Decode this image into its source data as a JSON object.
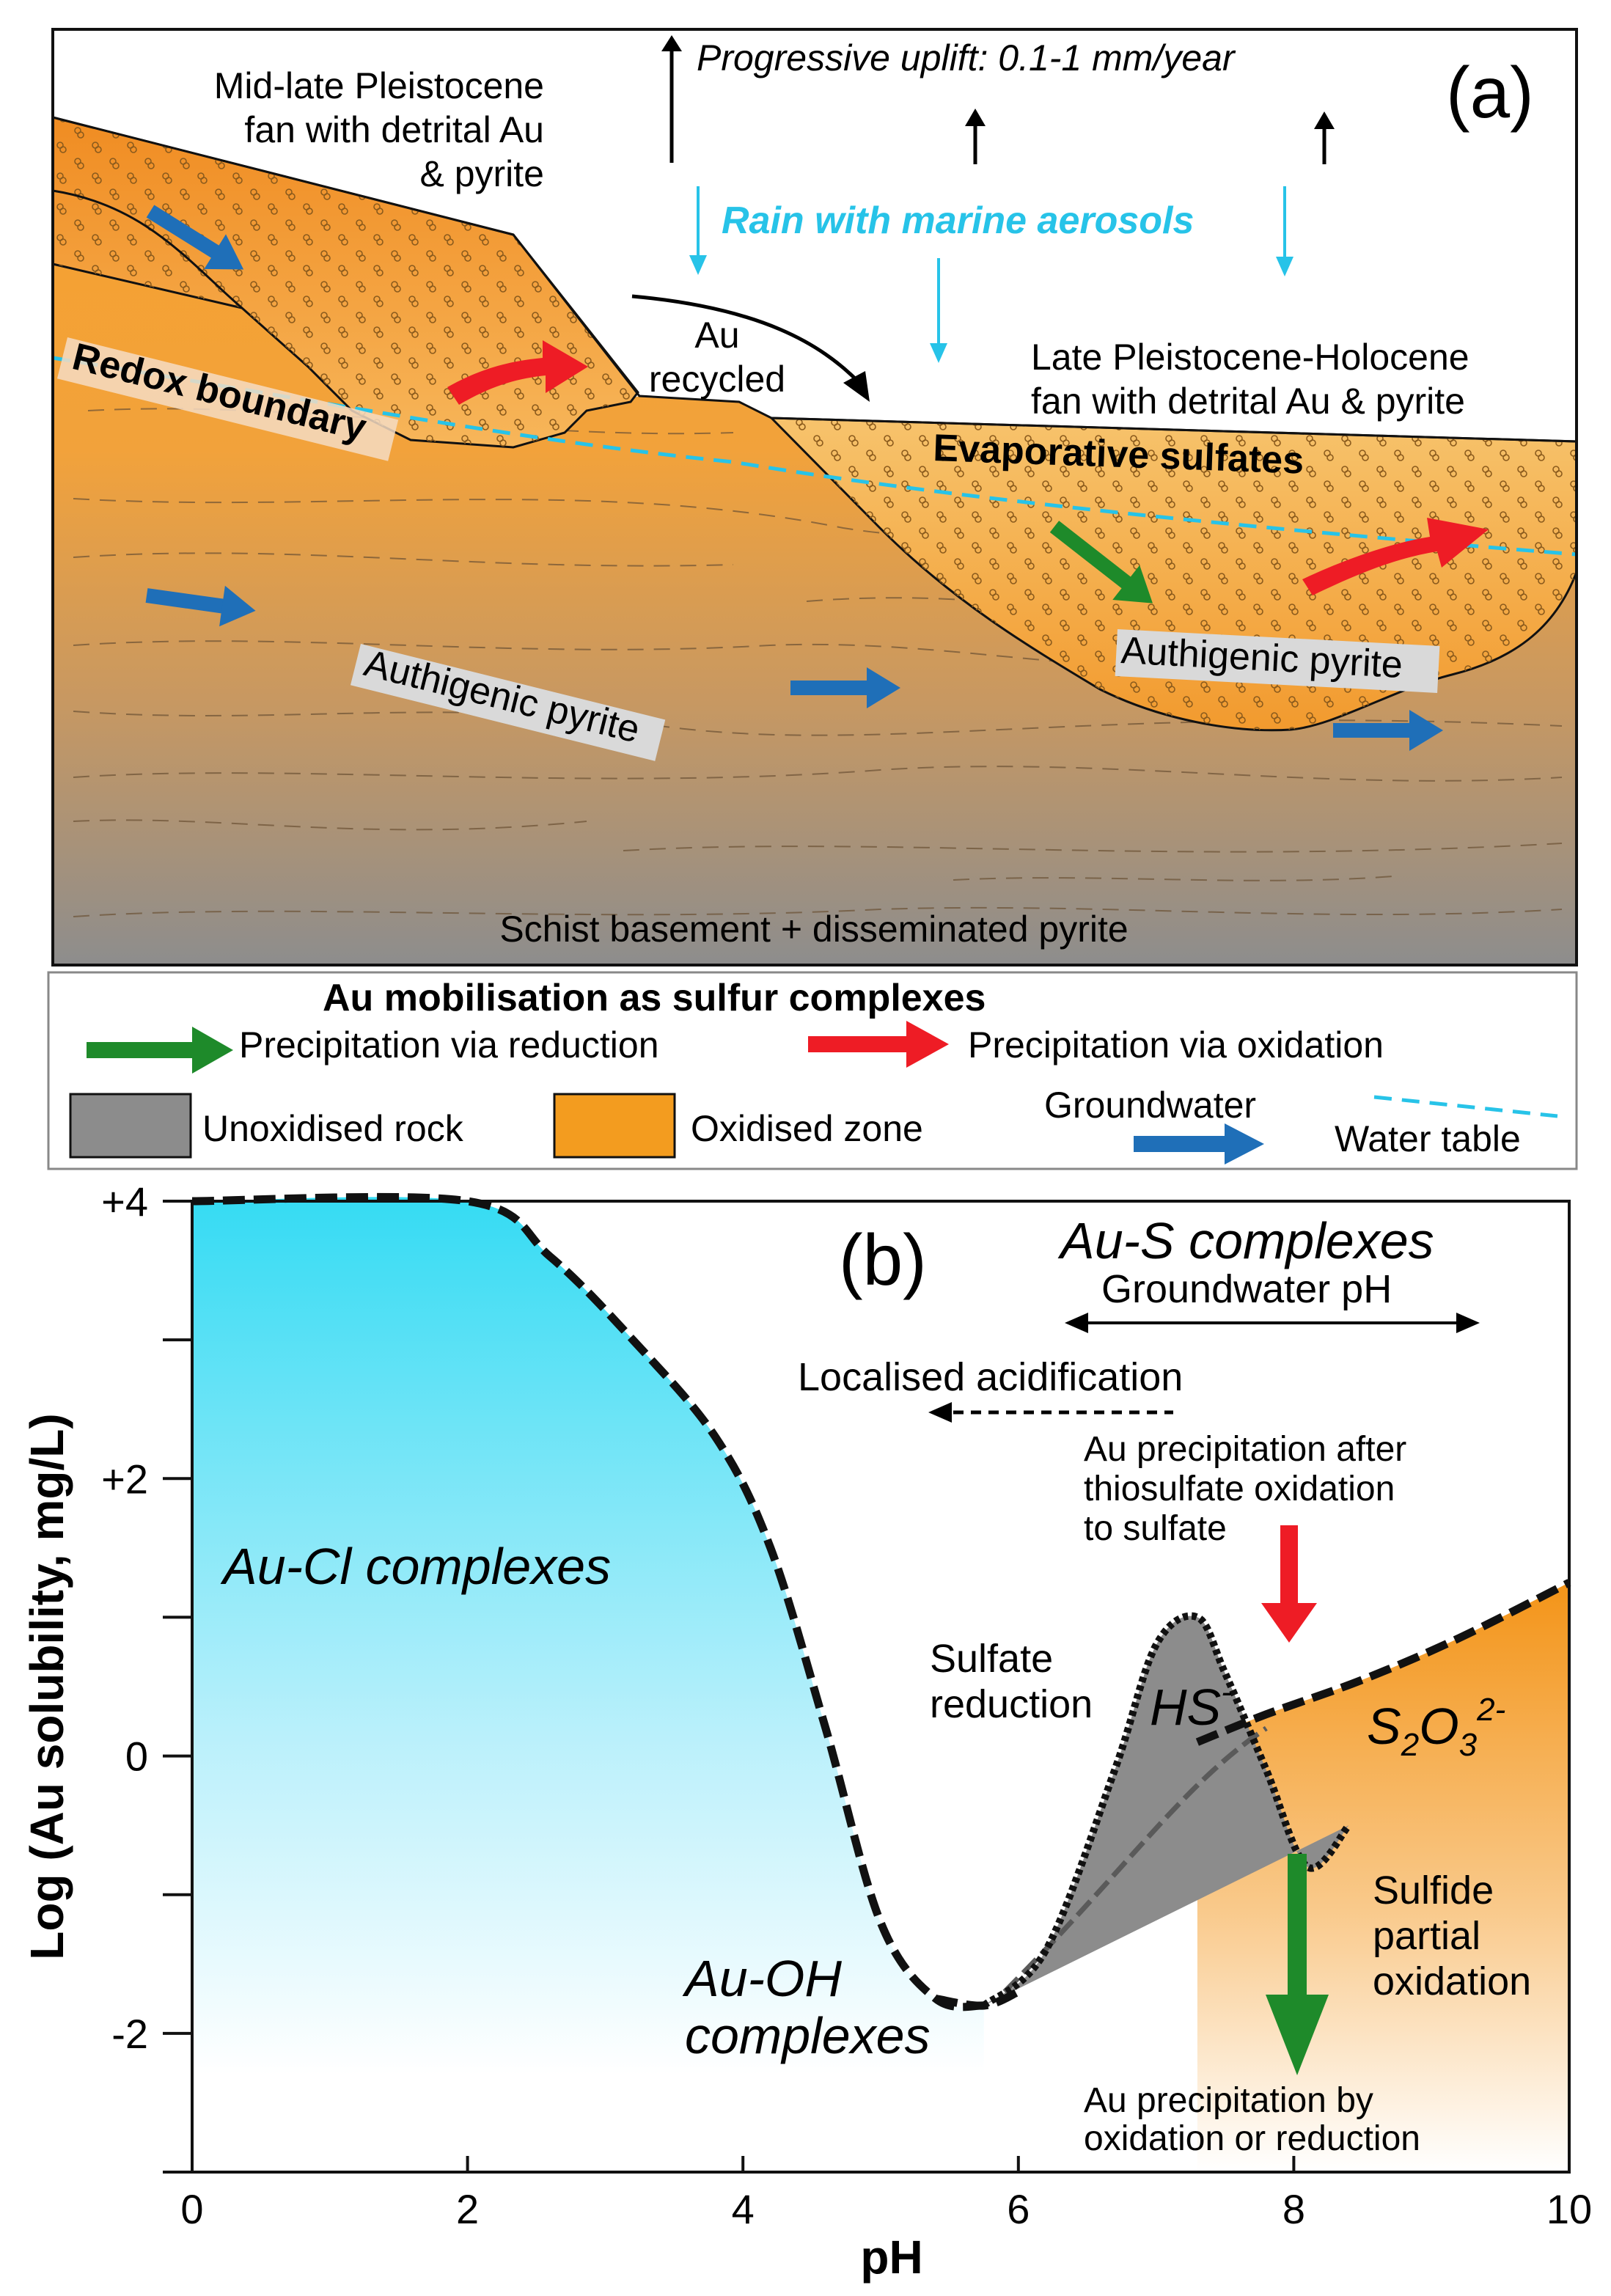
{
  "panel_a": {
    "label": "(a)",
    "uplift": "Progressive uplift: 0.1-1 mm/year",
    "rain": "Rain with marine aerosols",
    "old_fan": [
      "Mid-late Pleistocene",
      "fan with detrital Au",
      "& pyrite"
    ],
    "au_recycled": [
      "Au",
      "recycled"
    ],
    "young_fan": [
      "Late Pleistocene-Holocene",
      "fan with detrital Au & pyrite"
    ],
    "redox_boundary": "Redox boundary",
    "evaporative_sulfates": "Evaporative sulfates",
    "authigenic_pyrite_left": "Authigenic pyrite",
    "authigenic_pyrite_right": "Authigenic pyrite",
    "basement": "Schist basement + disseminated pyrite"
  },
  "legend": {
    "title": "Au mobilisation as sulfur complexes",
    "reduction": "Precipitation via reduction",
    "oxidation": "Precipitation via oxidation",
    "unoxidised": "Unoxidised rock",
    "oxidised": "Oxidised zone",
    "groundwater": "Groundwater",
    "water_table": "Water table"
  },
  "panel_b": {
    "label": "(b)",
    "au_s": "Au-S complexes",
    "groundwater_ph": "Groundwater pH",
    "acidification": "Localised acidification",
    "thiosulfate_ox": [
      "Au precipitation after",
      "thiosulfate oxidation",
      "to sulfate"
    ],
    "au_cl": "Au-Cl complexes",
    "sulfate_reduction": [
      "Sulfate",
      "reduction"
    ],
    "hs": "HS",
    "hs_sup": "-",
    "s2o3": [
      "S",
      "2",
      "O",
      "3",
      "2-"
    ],
    "sulfide_ox": [
      "Sulfide",
      "partial",
      "oxidation"
    ],
    "au_oh": [
      "Au-OH",
      "complexes"
    ],
    "au_precip": [
      "Au precipitation by",
      "oxidation or reduction"
    ]
  },
  "chart_data": {
    "type": "area",
    "xlabel": "pH",
    "ylabel": "Log (Au solubility, mg/L)",
    "xlim": [
      0,
      10
    ],
    "ylim": [
      -3,
      4
    ],
    "x_ticks": [
      "0",
      "2",
      "4",
      "6",
      "8",
      "10"
    ],
    "y_ticks": [
      "+4",
      "+2",
      "0",
      "-2"
    ],
    "y_tick_values": [
      4,
      2,
      0,
      -2
    ],
    "minor_y_ticks": [
      3,
      1,
      -1,
      -3
    ],
    "series": [
      {
        "name": "Au-Cl complexes",
        "x": [
          0,
          2.0,
          2.6,
          3.2,
          3.8,
          4.2,
          4.6,
          5.0,
          5.4,
          5.75
        ],
        "y": [
          4,
          4,
          3.6,
          3.0,
          2.3,
          1.5,
          0.2,
          -1.2,
          -1.75,
          -1.8
        ]
      },
      {
        "name": "Au-OH complexes",
        "x": [
          5.4,
          5.75,
          6.0
        ],
        "y": [
          -1.75,
          -1.8,
          -1.7
        ]
      },
      {
        "name": "HS-",
        "x": [
          5.75,
          6.2,
          6.7,
          7.0,
          7.3,
          7.5,
          7.8,
          8.1,
          8.4
        ],
        "y": [
          -1.8,
          -1.4,
          -0.1,
          0.8,
          1.0,
          0.6,
          -0.1,
          -0.8,
          -0.5
        ]
      },
      {
        "name": "S2O3 2-",
        "x": [
          7.3,
          7.8,
          8.5,
          9.2,
          10.0
        ],
        "y": [
          0.1,
          0.3,
          0.55,
          0.85,
          1.25
        ]
      }
    ]
  },
  "colors": {
    "oxidised": "#f39c1f",
    "unoxidised": "#8c8c8c",
    "cyan": "#27c3e8",
    "blue_arrow": "#1f6fb8",
    "green_arrow": "#1e8a2a",
    "red_arrow": "#ee1c25"
  }
}
